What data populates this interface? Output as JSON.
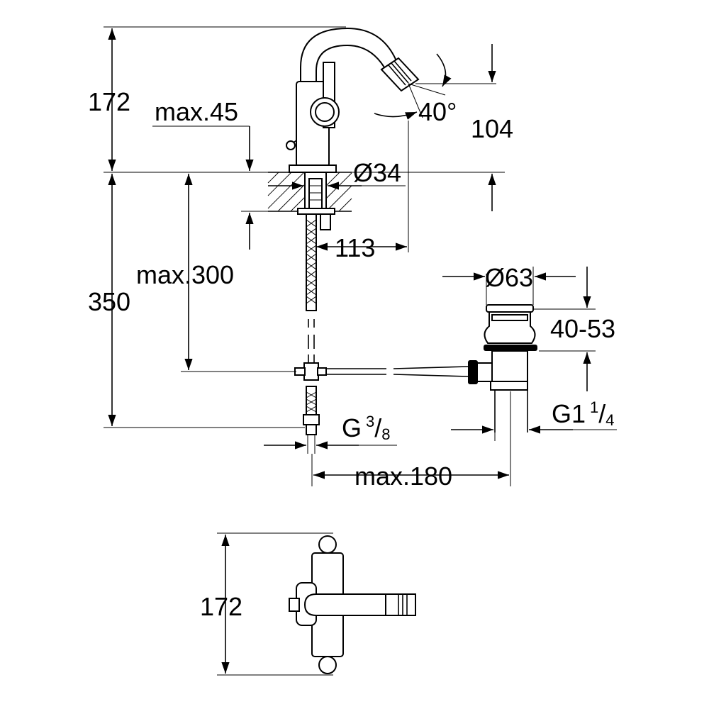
{
  "dimensions": {
    "total_height_top": "172",
    "max_deck_thickness": "max.45",
    "spout_reach_height": "104",
    "spray_angle": "40°",
    "base_diameter": "Ø34",
    "spout_projection": "113",
    "max_hose_length": "max.300",
    "supply_length": "350",
    "waste_diameter": "Ø63",
    "waste_adjust_range": "40-53",
    "supply_thread_base": "G",
    "supply_thread_num": "3",
    "supply_thread_den": "8",
    "waste_thread_base": "G1",
    "waste_thread_num": "1",
    "waste_thread_den": "4",
    "max_lever_distance": "max.180",
    "top_view_length": "172"
  },
  "colors": {
    "line": "#000000",
    "background": "#ffffff"
  }
}
